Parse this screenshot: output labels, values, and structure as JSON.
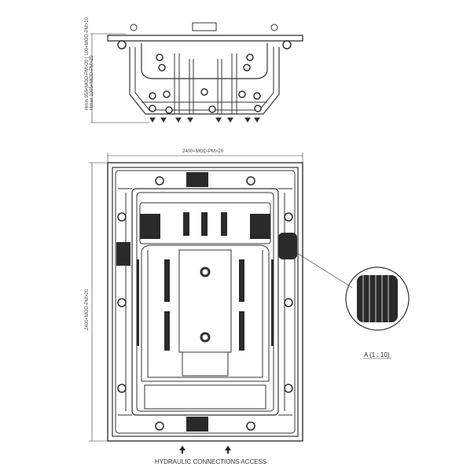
{
  "dimensions": {
    "height_side_min": "Hmin 955<MOD-PM>20 | 100<MOD-PM>10",
    "height_side_max": "Hmax 1005<MOD-PM>20",
    "width_top": "2400<MOD-PM>20",
    "length_top": "2400<MOD-PM>20"
  },
  "detail": {
    "label": "A (1 : 10)"
  },
  "note": "HYDRAULIC CONNECTIONS ACCESS",
  "colors": {
    "line": "#333333",
    "grille": "#2a2a2a"
  }
}
